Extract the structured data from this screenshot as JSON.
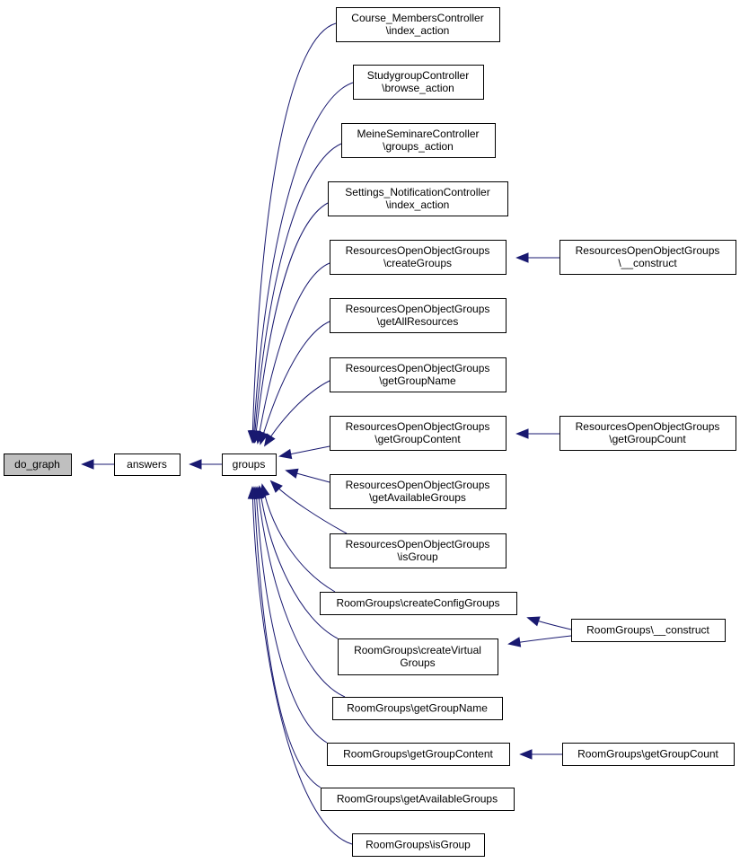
{
  "graph": {
    "root": "do_graph",
    "edge_color": "#191970",
    "root_fill": "#bfbfbf",
    "nodes": [
      {
        "id": "do_graph",
        "lines": [
          "do_graph"
        ]
      },
      {
        "id": "answers",
        "lines": [
          "answers"
        ]
      },
      {
        "id": "groups",
        "lines": [
          "groups"
        ]
      },
      {
        "id": "course_members_index",
        "lines": [
          "Course_MembersController",
          "\\index_action"
        ]
      },
      {
        "id": "studygroup_browse",
        "lines": [
          "StudygroupController",
          "\\browse_action"
        ]
      },
      {
        "id": "meineseminare_groups",
        "lines": [
          "MeineSeminareController",
          "\\groups_action"
        ]
      },
      {
        "id": "settings_notification_index",
        "lines": [
          "Settings_NotificationController",
          "\\index_action"
        ]
      },
      {
        "id": "roog_creategroups",
        "lines": [
          "ResourcesOpenObjectGroups",
          "\\createGroups"
        ]
      },
      {
        "id": "roog_construct",
        "lines": [
          "ResourcesOpenObjectGroups",
          "\\__construct"
        ]
      },
      {
        "id": "roog_getallresources",
        "lines": [
          "ResourcesOpenObjectGroups",
          "\\getAllResources"
        ]
      },
      {
        "id": "roog_getgroupname",
        "lines": [
          "ResourcesOpenObjectGroups",
          "\\getGroupName"
        ]
      },
      {
        "id": "roog_getgroupcontent",
        "lines": [
          "ResourcesOpenObjectGroups",
          "\\getGroupContent"
        ]
      },
      {
        "id": "roog_getgroupcount",
        "lines": [
          "ResourcesOpenObjectGroups",
          "\\getGroupCount"
        ]
      },
      {
        "id": "roog_getavailablegroups",
        "lines": [
          "ResourcesOpenObjectGroups",
          "\\getAvailableGroups"
        ]
      },
      {
        "id": "roog_isgroup",
        "lines": [
          "ResourcesOpenObjectGroups",
          "\\isGroup"
        ]
      },
      {
        "id": "rg_createconfiggroups",
        "lines": [
          "RoomGroups\\createConfigGroups"
        ]
      },
      {
        "id": "rg_construct",
        "lines": [
          "RoomGroups\\__construct"
        ]
      },
      {
        "id": "rg_createvirtualgroups",
        "lines": [
          "RoomGroups\\createVirtual",
          "Groups"
        ]
      },
      {
        "id": "rg_getgroupname",
        "lines": [
          "RoomGroups\\getGroupName"
        ]
      },
      {
        "id": "rg_getgroupcontent",
        "lines": [
          "RoomGroups\\getGroupContent"
        ]
      },
      {
        "id": "rg_getgroupcount",
        "lines": [
          "RoomGroups\\getGroupCount"
        ]
      },
      {
        "id": "rg_getavailablegroups",
        "lines": [
          "RoomGroups\\getAvailableGroups"
        ]
      },
      {
        "id": "rg_isgroup",
        "lines": [
          "RoomGroups\\isGroup"
        ]
      }
    ],
    "edges": [
      {
        "from": "answers",
        "to": "do_graph"
      },
      {
        "from": "groups",
        "to": "answers"
      },
      {
        "from": "course_members_index",
        "to": "groups"
      },
      {
        "from": "studygroup_browse",
        "to": "groups"
      },
      {
        "from": "meineseminare_groups",
        "to": "groups"
      },
      {
        "from": "settings_notification_index",
        "to": "groups"
      },
      {
        "from": "roog_creategroups",
        "to": "groups"
      },
      {
        "from": "roog_getallresources",
        "to": "groups"
      },
      {
        "from": "roog_getgroupname",
        "to": "groups"
      },
      {
        "from": "roog_getgroupcontent",
        "to": "groups"
      },
      {
        "from": "roog_getavailablegroups",
        "to": "groups"
      },
      {
        "from": "roog_isgroup",
        "to": "groups"
      },
      {
        "from": "rg_createconfiggroups",
        "to": "groups"
      },
      {
        "from": "rg_createvirtualgroups",
        "to": "groups"
      },
      {
        "from": "rg_getgroupname",
        "to": "groups"
      },
      {
        "from": "rg_getgroupcontent",
        "to": "groups"
      },
      {
        "from": "rg_getavailablegroups",
        "to": "groups"
      },
      {
        "from": "rg_isgroup",
        "to": "groups"
      },
      {
        "from": "roog_construct",
        "to": "roog_creategroups"
      },
      {
        "from": "roog_getgroupcount",
        "to": "roog_getgroupcontent"
      },
      {
        "from": "rg_construct",
        "to": "rg_createconfiggroups"
      },
      {
        "from": "rg_construct",
        "to": "rg_createvirtualgroups"
      },
      {
        "from": "rg_getgroupcount",
        "to": "rg_getgroupcontent"
      }
    ]
  }
}
